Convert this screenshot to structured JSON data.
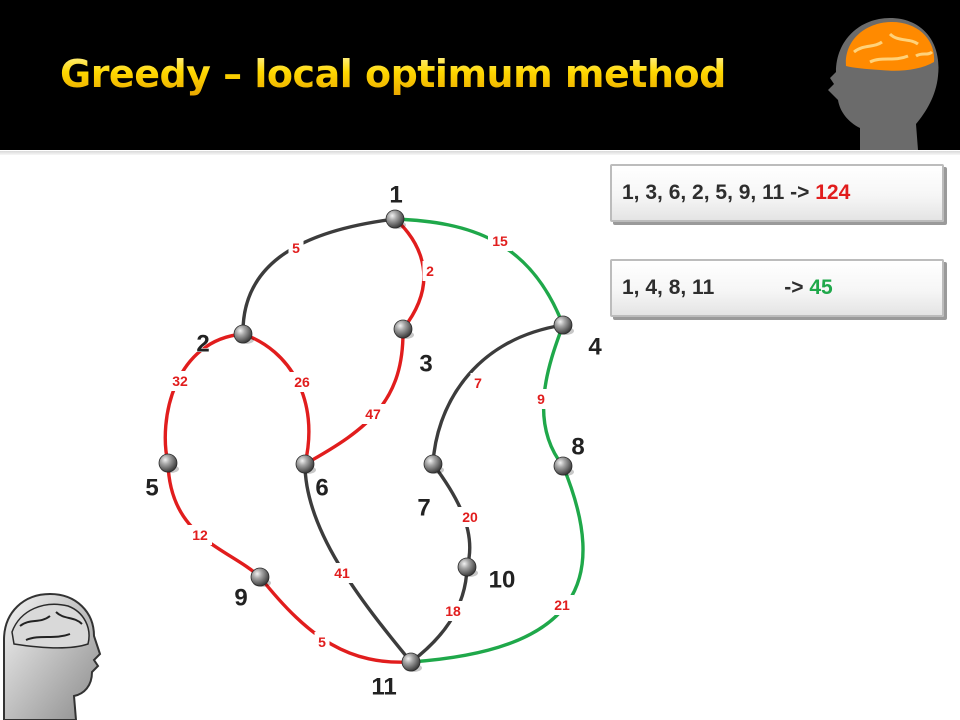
{
  "slide": {
    "title": "Greedy – local optimum method"
  },
  "results": [
    {
      "path": "1, 3, 6, 2, 5, 9, 11 -> ",
      "value": "124",
      "color": "#e11d1d"
    },
    {
      "path": "1, 4, 8, 11            -> ",
      "value": "45",
      "color": "#1fa84a"
    }
  ],
  "graph": {
    "nodes": [
      "1",
      "2",
      "3",
      "4",
      "5",
      "6",
      "7",
      "8",
      "9",
      "10",
      "11"
    ],
    "edges": [
      {
        "from": "1",
        "to": "2",
        "weight": "5",
        "color": "dark"
      },
      {
        "from": "1",
        "to": "3",
        "weight": "2",
        "color": "red"
      },
      {
        "from": "1",
        "to": "4",
        "weight": "15",
        "color": "green"
      },
      {
        "from": "2",
        "to": "5",
        "weight": "32",
        "color": "red"
      },
      {
        "from": "2",
        "to": "6",
        "weight": "26",
        "color": "red"
      },
      {
        "from": "3",
        "to": "6",
        "weight": "47",
        "color": "red"
      },
      {
        "from": "4",
        "to": "7",
        "weight": "7",
        "color": "dark"
      },
      {
        "from": "4",
        "to": "8",
        "weight": "9",
        "color": "green"
      },
      {
        "from": "5",
        "to": "9",
        "weight": "12",
        "color": "red"
      },
      {
        "from": "6",
        "to": "11",
        "weight": "41",
        "color": "dark"
      },
      {
        "from": "7",
        "to": "10",
        "weight": "20",
        "color": "dark"
      },
      {
        "from": "9",
        "to": "11",
        "weight": "5",
        "color": "red"
      },
      {
        "from": "10",
        "to": "11",
        "weight": "18",
        "color": "dark"
      },
      {
        "from": "8",
        "to": "11",
        "weight": "21",
        "color": "green"
      }
    ]
  },
  "colors": {
    "red": "#e11d1d",
    "green": "#1fa84a",
    "dark": "#3c3c3c",
    "title_gold": "#ffd800"
  }
}
